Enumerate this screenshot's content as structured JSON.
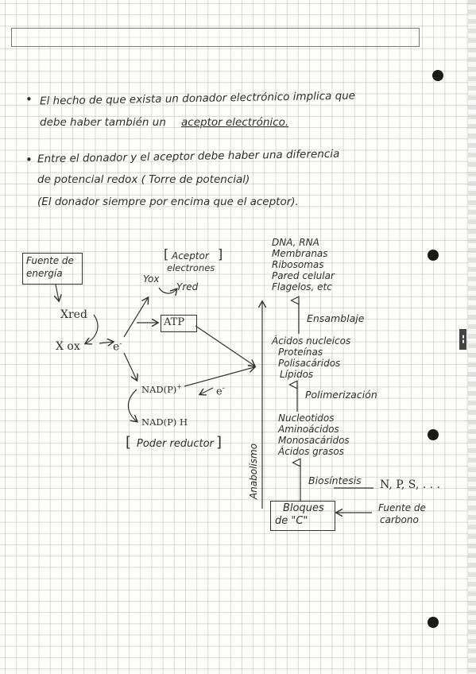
{
  "notes": {
    "bullet_1_line_1": "El hecho de que exista un donador electrónico implica que",
    "bullet_1_line_2_prefix": "debe haber también un",
    "bullet_1_line_2_underlined": "aceptor electrónico.",
    "bullet_2_line_1": "Entre el donador y el aceptor debe haber una diferencia",
    "bullet_2_line_2": "de potencial redox ( Torre de potencial)",
    "bullet_2_line_3": "(El donador siempre por encima que el aceptor)."
  },
  "diagram": {
    "fuente_energia_line1": "Fuente de",
    "fuente_energia_line2": "energía",
    "xred": "Xred",
    "xox": "X ox",
    "electron": "e",
    "electron_sup": "-",
    "yox": "Yox",
    "yred": "Yred",
    "aceptor_line1": "Aceptor",
    "aceptor_line2": "electrones",
    "atp": "ATP",
    "nadp_ox": "NAD(P)",
    "nadp_ox_sup": "+",
    "nadp_h": "NAD(P) H",
    "electron_2": "e",
    "electron_2_sup": "-",
    "poder_reductor": "Poder reductor",
    "anabolismo": "Anabolismo",
    "top_products": [
      "DNA, RNA",
      "Membranas",
      "Ribosomas",
      "Pared celular",
      "Flagelos, etc"
    ],
    "ensamblaje": "Ensamblaje",
    "macromolecules": [
      "Ácidos nucleicos",
      "Proteínas",
      "Polisacáridos",
      "Lípidos"
    ],
    "polimerizacion": "Polimerización",
    "monomers": [
      "Nucleotidos",
      "Aminoácidos",
      "Monosacáridos",
      "Ácidos grasos"
    ],
    "biosintesis": "Biosíntesis",
    "elements": "N, P, S, . . .",
    "bloques_line1": "Bloques",
    "bloques_line2": "de \"C\"",
    "fuente_carbono_line1": "Fuente de",
    "fuente_carbono_line2": "carbono"
  }
}
